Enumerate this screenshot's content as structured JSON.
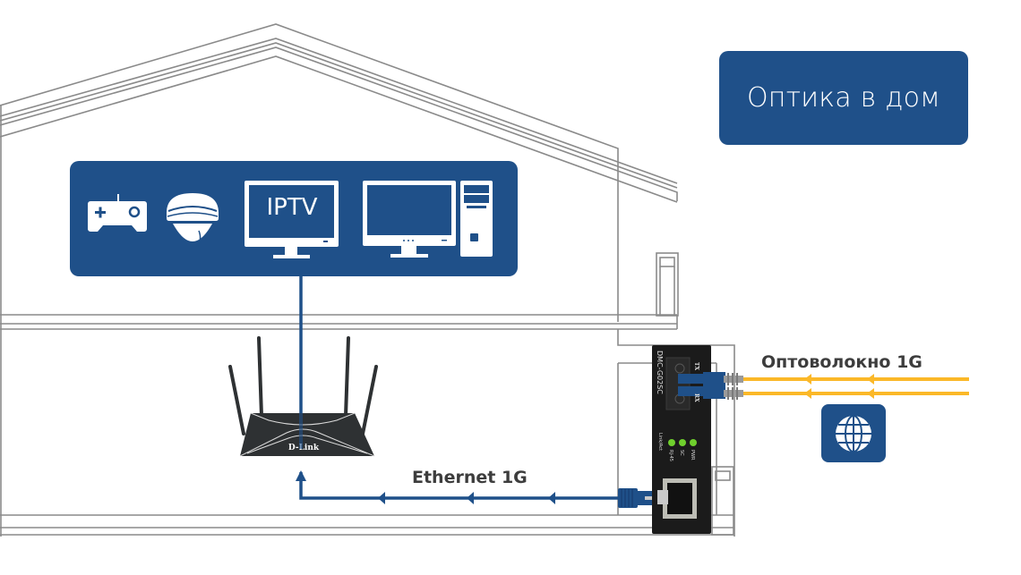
{
  "diagram": {
    "title": "Оптика в дом",
    "devices_panel": {
      "devices": [
        {
          "name": "game-controller",
          "label": ""
        },
        {
          "name": "dome-camera",
          "label": ""
        },
        {
          "name": "tv",
          "label": "IPTV"
        },
        {
          "name": "desktop-pc",
          "label": ""
        }
      ]
    },
    "router": {
      "brand": "D-Link"
    },
    "converter": {
      "model": "DMC-G02SC",
      "port_labels": [
        "TX",
        "RX"
      ],
      "led_labels": [
        "PWR",
        "SC",
        "RJ-45"
      ],
      "led_group_label": "Link/Act"
    },
    "links": {
      "fiber": {
        "label": "Оптоволокно 1G"
      },
      "ethernet": {
        "label": "Ethernet 1G"
      }
    },
    "internet_icon": "globe-icon",
    "colors": {
      "brand_blue": "#1f5089",
      "fiber": "#fbb828",
      "outline": "#8a8a8a",
      "device_dark": "#2e3133",
      "converter_body": "#1b1b1b",
      "led_green": "#6fcf2d",
      "text_dark": "#3d3d3d"
    }
  }
}
